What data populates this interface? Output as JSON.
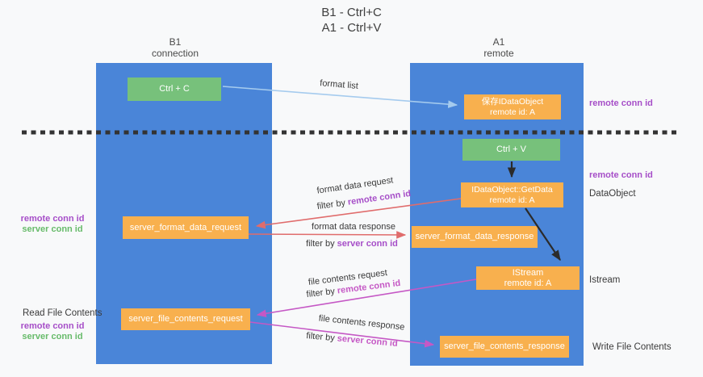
{
  "title": {
    "line1": "B1 - Ctrl+C",
    "line2": "A1 - Ctrl+V"
  },
  "lanes": {
    "left": {
      "title": "B1",
      "subtitle": "connection"
    },
    "right": {
      "title": "A1",
      "subtitle": "remote"
    }
  },
  "nodes": {
    "ctrl_c": {
      "label": "Ctrl + C"
    },
    "store_dataobject": {
      "line1": "保存IDataObject",
      "line2": "remote id: A"
    },
    "ctrl_v": {
      "label": "Ctrl + V"
    },
    "getdata": {
      "line1": "IDataObject::GetData",
      "line2": "remote id: A"
    },
    "format_request": {
      "label": "server_format_data_request"
    },
    "format_response": {
      "label": "server_format_data_response"
    },
    "istream": {
      "line1": "IStream",
      "line2": "remote id: A"
    },
    "file_request": {
      "label": "server_file_contents_request"
    },
    "file_response": {
      "label": "server_file_contents_response"
    }
  },
  "annotations": {
    "format_list": "format list",
    "remote_conn_id_top_right": "remote conn id",
    "remote_conn_id_mid_right": "remote conn id",
    "dataobject": "DataObject",
    "istream": "Istream",
    "read_file_contents": "Read File Contents",
    "write_file_contents": "Write File Contents",
    "left_mid": {
      "remote": "remote conn id",
      "server": "server conn id"
    },
    "left_bottom": {
      "remote": "remote conn id",
      "server": "server conn id"
    },
    "format_data_request": "format data request",
    "format_data_response": "format data response",
    "file_contents_request": "file contents request",
    "file_contents_response": "file contents response",
    "filter_by": "filter by",
    "remote_conn_id": "remote conn id",
    "server_conn_id": "server conn id"
  },
  "colors": {
    "lane_blue": "#4A85D8",
    "node_orange": "#F8B04E",
    "node_green": "#77C17B",
    "arrow_light_blue": "#A5CBEE",
    "arrow_red": "#E06C6C",
    "arrow_magenta": "#C558C5",
    "arrow_black": "#2B2B2B",
    "text_purple": "#A64EC8",
    "text_green": "#67BB6A",
    "background": "#F8F9FA"
  }
}
